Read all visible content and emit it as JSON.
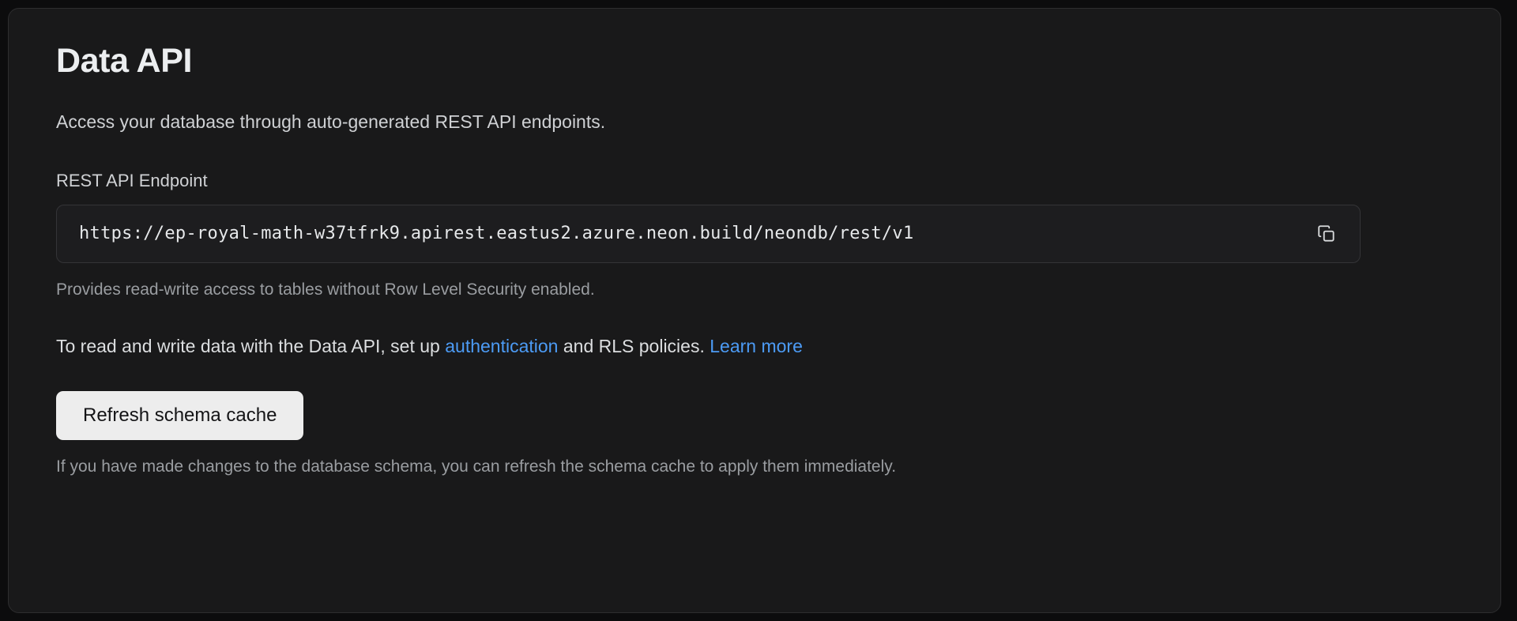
{
  "colors": {
    "page_background": "#0c0c0d",
    "card_background": "#19191a",
    "card_border": "#2d2d2f",
    "input_background": "#1d1d1f",
    "input_border": "#343437",
    "link": "#4c9bf5",
    "button_background": "#ededed",
    "button_text": "#141416",
    "primary_text": "#eceef0",
    "muted_text": "#9a9da1"
  },
  "card": {
    "title": "Data API",
    "subtitle": "Access your database through auto-generated REST API endpoints.",
    "endpoint_field": {
      "label": "REST API Endpoint",
      "value": "https://ep-royal-math-w37tfrk9.apirest.eastus2.azure.neon.build/neondb/rest/v1",
      "copy_icon": "copy-icon",
      "helper_text": "Provides read-write access to tables without Row Level Security enabled."
    },
    "info_paragraph": {
      "prefix": "To read and write data with the Data API, set up ",
      "link_authentication": "authentication",
      "middle": " and RLS policies. ",
      "link_learn_more": "Learn more"
    },
    "refresh_button": {
      "label": "Refresh schema cache"
    },
    "footer_text": "If you have made changes to the database schema, you can refresh the schema cache to apply them immediately."
  }
}
